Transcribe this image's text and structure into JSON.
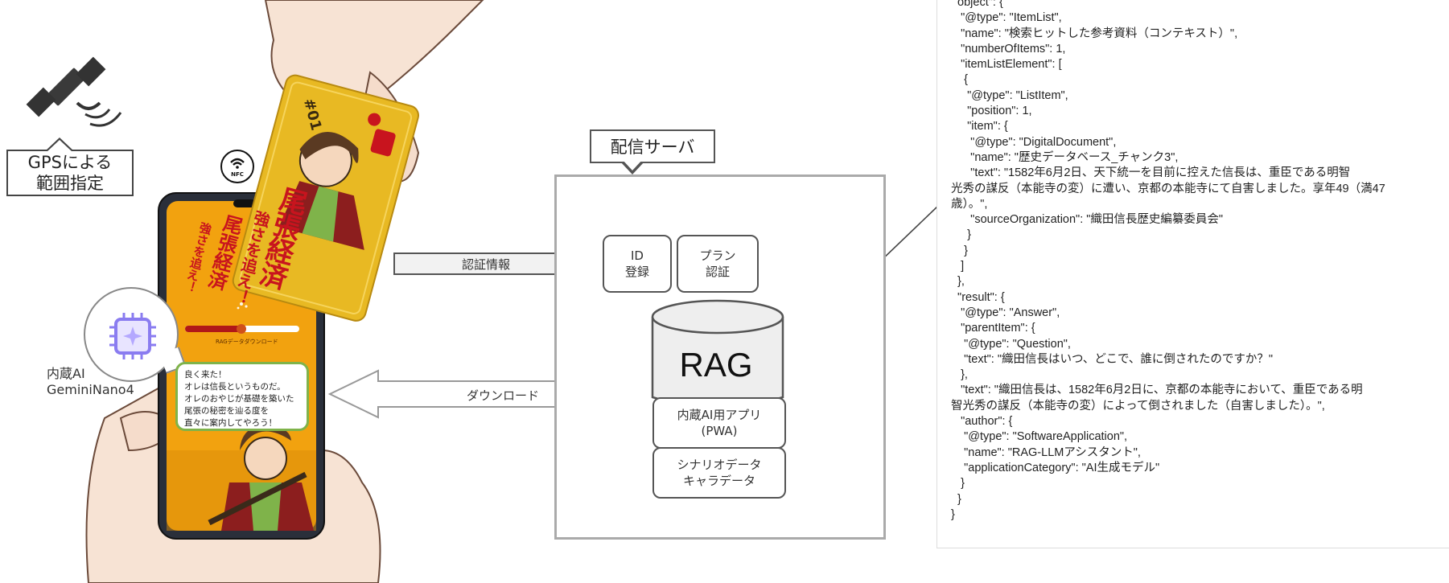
{
  "left": {
    "gps_label_line1": "GPSによる",
    "gps_label_line2": "範囲指定",
    "nfc_label": "NFC",
    "card_number": "#01",
    "card_title": "尾張経済",
    "card_subtitle": "強さを追え！",
    "phone_title": "尾張経済",
    "phone_subtitle": "強さを追え！",
    "download_caption": "RAGデータダウンロード",
    "ai_label_line1": "内蔵AI",
    "ai_label_line2": "GeminiNano4",
    "speech_lines": [
      "良く来た！",
      "オレは信長というものだ。",
      "オレのおやじが基礎を築いた",
      "尾張の秘密を辿る度を",
      "直々に案内してやろう！"
    ]
  },
  "server": {
    "title": "配信サーバ",
    "auth_arrow_label": "認証情報",
    "download_arrow_label": "ダウンロード",
    "id_box": [
      "ID",
      "登録"
    ],
    "plan_box": [
      "プラン",
      "認証"
    ],
    "rag_label": "RAG",
    "app_box": [
      "内蔵AI用アプリ",
      "(PWA)"
    ],
    "data_box": [
      "シナリオデータ",
      "キャラデータ"
    ]
  },
  "json_lines": [
    "  object\": {",
    "   \"@type\": \"ItemList\",",
    "   \"name\": \"検索ヒットした参考資料（コンテキスト）\",",
    "   \"numberOfItems\": 1,",
    "   \"itemListElement\": [",
    "    {",
    "     \"@type\": \"ListItem\",",
    "     \"position\": 1,",
    "     \"item\": {",
    "      \"@type\": \"DigitalDocument\",",
    "      \"name\": \"歴史データベース_チャンク3\",",
    "      \"text\": \"1582年6月2日、天下統一を目前に控えた信長は、重臣である明智",
    "光秀の謀反（本能寺の変）に遭い、京都の本能寺にて自害しました。享年49（満47",
    "歳）。\",",
    "      \"sourceOrganization\": \"織田信長歴史編纂委員会\"",
    "     }",
    "    }",
    "   ]",
    "  },",
    "  \"result\": {",
    "   \"@type\": \"Answer\",",
    "   \"parentItem\": {",
    "    \"@type\": \"Question\",",
    "    \"text\": \"織田信長はいつ、どこで、誰に倒されたのですか？\"",
    "   },",
    "   \"text\": \"織田信長は、1582年6月2日に、京都の本能寺において、重臣である明",
    "智光秀の謀反（本能寺の変）によって倒されました（自害しました）。\",",
    "   \"author\": {",
    "    \"@type\": \"SoftwareApplication\",",
    "    \"name\": \"RAG-LLMアシスタント\",",
    "    \"applicationCategory\": \"AI生成モデル\"",
    "   }",
    "  }",
    "}"
  ],
  "colors": {
    "card_yellow": "#e8b923",
    "phone_orange": "#f2a20f",
    "title_red": "#c8141e",
    "speech_green": "#7fb34a",
    "chip_purple": "#8a7cf0",
    "arrow_gray": "#777777"
  }
}
